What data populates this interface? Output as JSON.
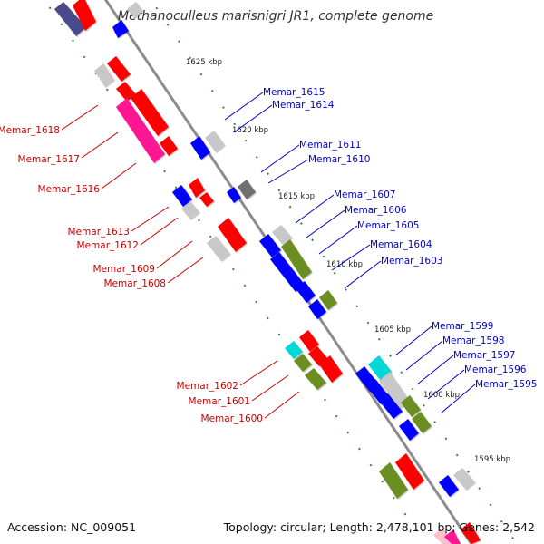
{
  "title": "Methanoculleus marisnigri JR1, complete genome",
  "footer": {
    "accession": "Accession: NC_009051",
    "summary": "Topology: circular; Length: 2,478,101 bp; Genes: 2,542"
  },
  "colors": {
    "backbone": "#8c8c8c",
    "scale_dots": "#2e8b2e",
    "label_red": "#cc0000",
    "label_blue": "#0000cc",
    "red": "#ff0000",
    "blue": "#0000ff",
    "grey": "#c8c8c8",
    "dark_grey": "#707070",
    "olive": "#6b8e23",
    "cyan": "#00d8d8",
    "magenta": "#ff1493",
    "navy": "#48488c",
    "pink": "#ffc0cb"
  },
  "scale_ticks": [
    "1625 kbp",
    "1620 kbp",
    "1615 kbp",
    "1610 kbp",
    "1605 kbp",
    "1600 kbp",
    "1595 kbp"
  ],
  "left_labels": [
    "Memar_1618",
    "Memar_1617",
    "Memar_1616",
    "Memar_1613",
    "Memar_1612",
    "Memar_1609",
    "Memar_1608",
    "Memar_1602",
    "Memar_1601",
    "Memar_1600"
  ],
  "right_labels": [
    "Memar_1615",
    "Memar_1614",
    "Memar_1611",
    "Memar_1610",
    "Memar_1607",
    "Memar_1606",
    "Memar_1605",
    "Memar_1604",
    "Memar_1603",
    "Memar_1599",
    "Memar_1598",
    "Memar_1597",
    "Memar_1596",
    "Memar_1595"
  ]
}
